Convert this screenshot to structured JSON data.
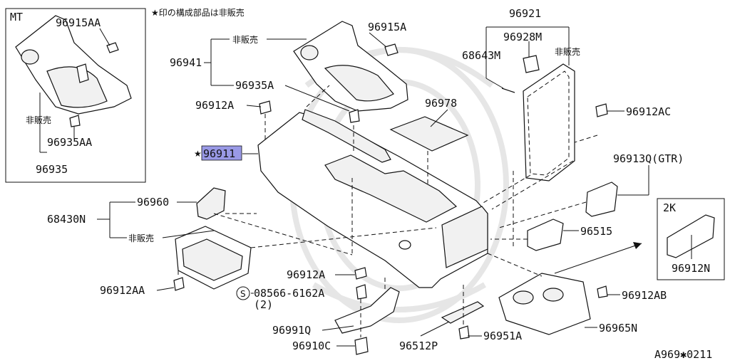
{
  "header_note": "★印の構成部品は非販売",
  "footer_code": "A969✱0211",
  "highlight_color": "#9999e6",
  "mt_box": {
    "title": "MT",
    "labels": {
      "p96915AA": "96915AA",
      "hihanbai": "非販売",
      "p96935AA": "96935AA",
      "p96935": "96935"
    }
  },
  "k2_box": {
    "title": "2K",
    "labels": {
      "p96912N": "96912N"
    }
  },
  "labels": {
    "hihanbai_top": "非販売",
    "p96941": "96941",
    "p96935A": "96935A",
    "p96915A": "96915A",
    "p96912A_top": "96912A",
    "star": "★",
    "p96911": "96911",
    "p96978": "96978",
    "p96921": "96921",
    "p96928M": "96928M",
    "p68643M": "68643M",
    "hihanbai_right": "非販売",
    "p96912AC": "96912AC",
    "p96913Q": "96913Q(GTR)",
    "p96960": "96960",
    "p68430N": "68430N",
    "hihanbai_left": "非販売",
    "p96515": "96515",
    "p96912A_mid": "96912A",
    "p96912AA": "96912AA",
    "screw_s": "S",
    "p08566": "08566-6162A",
    "qty2": "(2)",
    "p96912AB": "96912AB",
    "p96991Q": "96991Q",
    "p96910C": "96910C",
    "p96512P": "96512P",
    "p96951A": "96951A",
    "p96965N": "96965N"
  }
}
